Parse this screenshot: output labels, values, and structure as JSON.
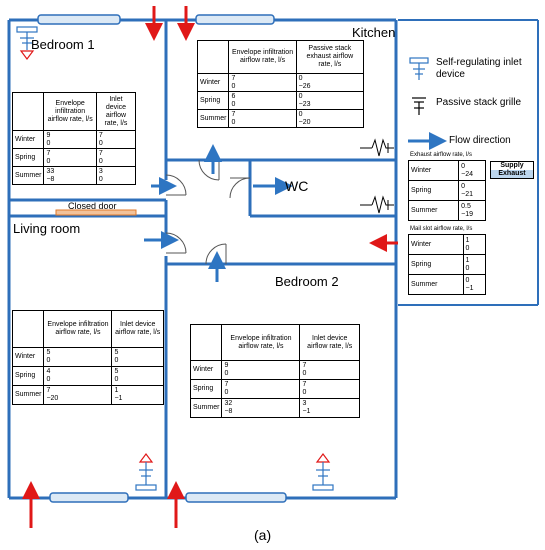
{
  "rooms": {
    "bedroom1": "Bedroom 1",
    "kitchen": "Kitchen",
    "wc": "WC",
    "living_room": "Living room",
    "bedroom2": "Bedroom 2",
    "closed_door": "Closed door"
  },
  "legend": {
    "inlet_device": "Self-regulating inlet device",
    "stack_grille": "Passive stack grille",
    "flow_direction": "Flow direction",
    "exhaust_caption": "Exhaust airflow rate, l/s",
    "mail_slot_caption": "Mail slot airflow rate, l/s",
    "supply": "Supply",
    "exhaust": "Exhaust"
  },
  "seasons": [
    "Winter",
    "Spring",
    "Summer"
  ],
  "tables": {
    "bedroom1": {
      "headers": [
        "",
        "Envelope infiltration airflow rate, l/s",
        "Inlet device airflow rate, l/s"
      ],
      "rows": [
        {
          "season": "Winter",
          "a": "9",
          "a2": "0",
          "b": "7",
          "b2": "0"
        },
        {
          "season": "Spring",
          "a": "7",
          "a2": "0",
          "b": "7",
          "b2": "0"
        },
        {
          "season": "Summer",
          "a": "33",
          "a2": "−8",
          "b": "3",
          "b2": "0"
        }
      ]
    },
    "kitchen": {
      "headers": [
        "",
        "Envelope infiltration airflow rate, l/s",
        "Passive stack exhaust airflow rate, l/s"
      ],
      "rows": [
        {
          "season": "Winter",
          "a": "7",
          "a2": "0",
          "b": "0",
          "b2": "−26"
        },
        {
          "season": "Spring",
          "a": "6",
          "a2": "0",
          "b": "0",
          "b2": "−23"
        },
        {
          "season": "Summer",
          "a": "7",
          "a2": "0",
          "b": "0",
          "b2": "−20"
        }
      ]
    },
    "living": {
      "headers": [
        "",
        "Envelope infiltration airflow rate, l/s",
        "Inlet device airflow rate, l/s"
      ],
      "rows": [
        {
          "season": "Winter",
          "a": "5",
          "a2": "0",
          "b": "5",
          "b2": "0"
        },
        {
          "season": "Spring",
          "a": "4",
          "a2": "0",
          "b": "5",
          "b2": "0"
        },
        {
          "season": "Summer",
          "a": "7",
          "a2": "−20",
          "b": "1",
          "b2": "−1"
        }
      ]
    },
    "bedroom2": {
      "headers": [
        "",
        "Envelope infiltration airflow rate, l/s",
        "Inlet device airflow rate, l/s"
      ],
      "rows": [
        {
          "season": "Winter",
          "a": "9",
          "a2": "0",
          "b": "7",
          "b2": "0"
        },
        {
          "season": "Spring",
          "a": "7",
          "a2": "0",
          "b": "7",
          "b2": "0"
        },
        {
          "season": "Summer",
          "a": "32",
          "a2": "−8",
          "b": "3",
          "b2": "−1"
        }
      ]
    },
    "wc_exhaust": {
      "rows": [
        {
          "season": "Winter",
          "a": "0",
          "a2": "−24"
        },
        {
          "season": "Spring",
          "a": "0",
          "a2": "−21"
        },
        {
          "season": "Summer",
          "a": "0.5",
          "a2": "−19"
        }
      ]
    },
    "mail_slot": {
      "rows": [
        {
          "season": "Winter",
          "a": "1",
          "a2": "0"
        },
        {
          "season": "Spring",
          "a": "1",
          "a2": "0"
        },
        {
          "season": "Summer",
          "a": "0",
          "a2": "−1"
        }
      ]
    }
  },
  "caption": "(a)",
  "colors": {
    "wall": "#2e6fba",
    "window_fill": "#dce9f5",
    "flow_arrow": "#2e75c2",
    "outdoor_arrow": "#e01818",
    "door_mat": "#f2c29a",
    "door_border": "#e07a2a",
    "supply_bg": "#bcd6ee"
  }
}
